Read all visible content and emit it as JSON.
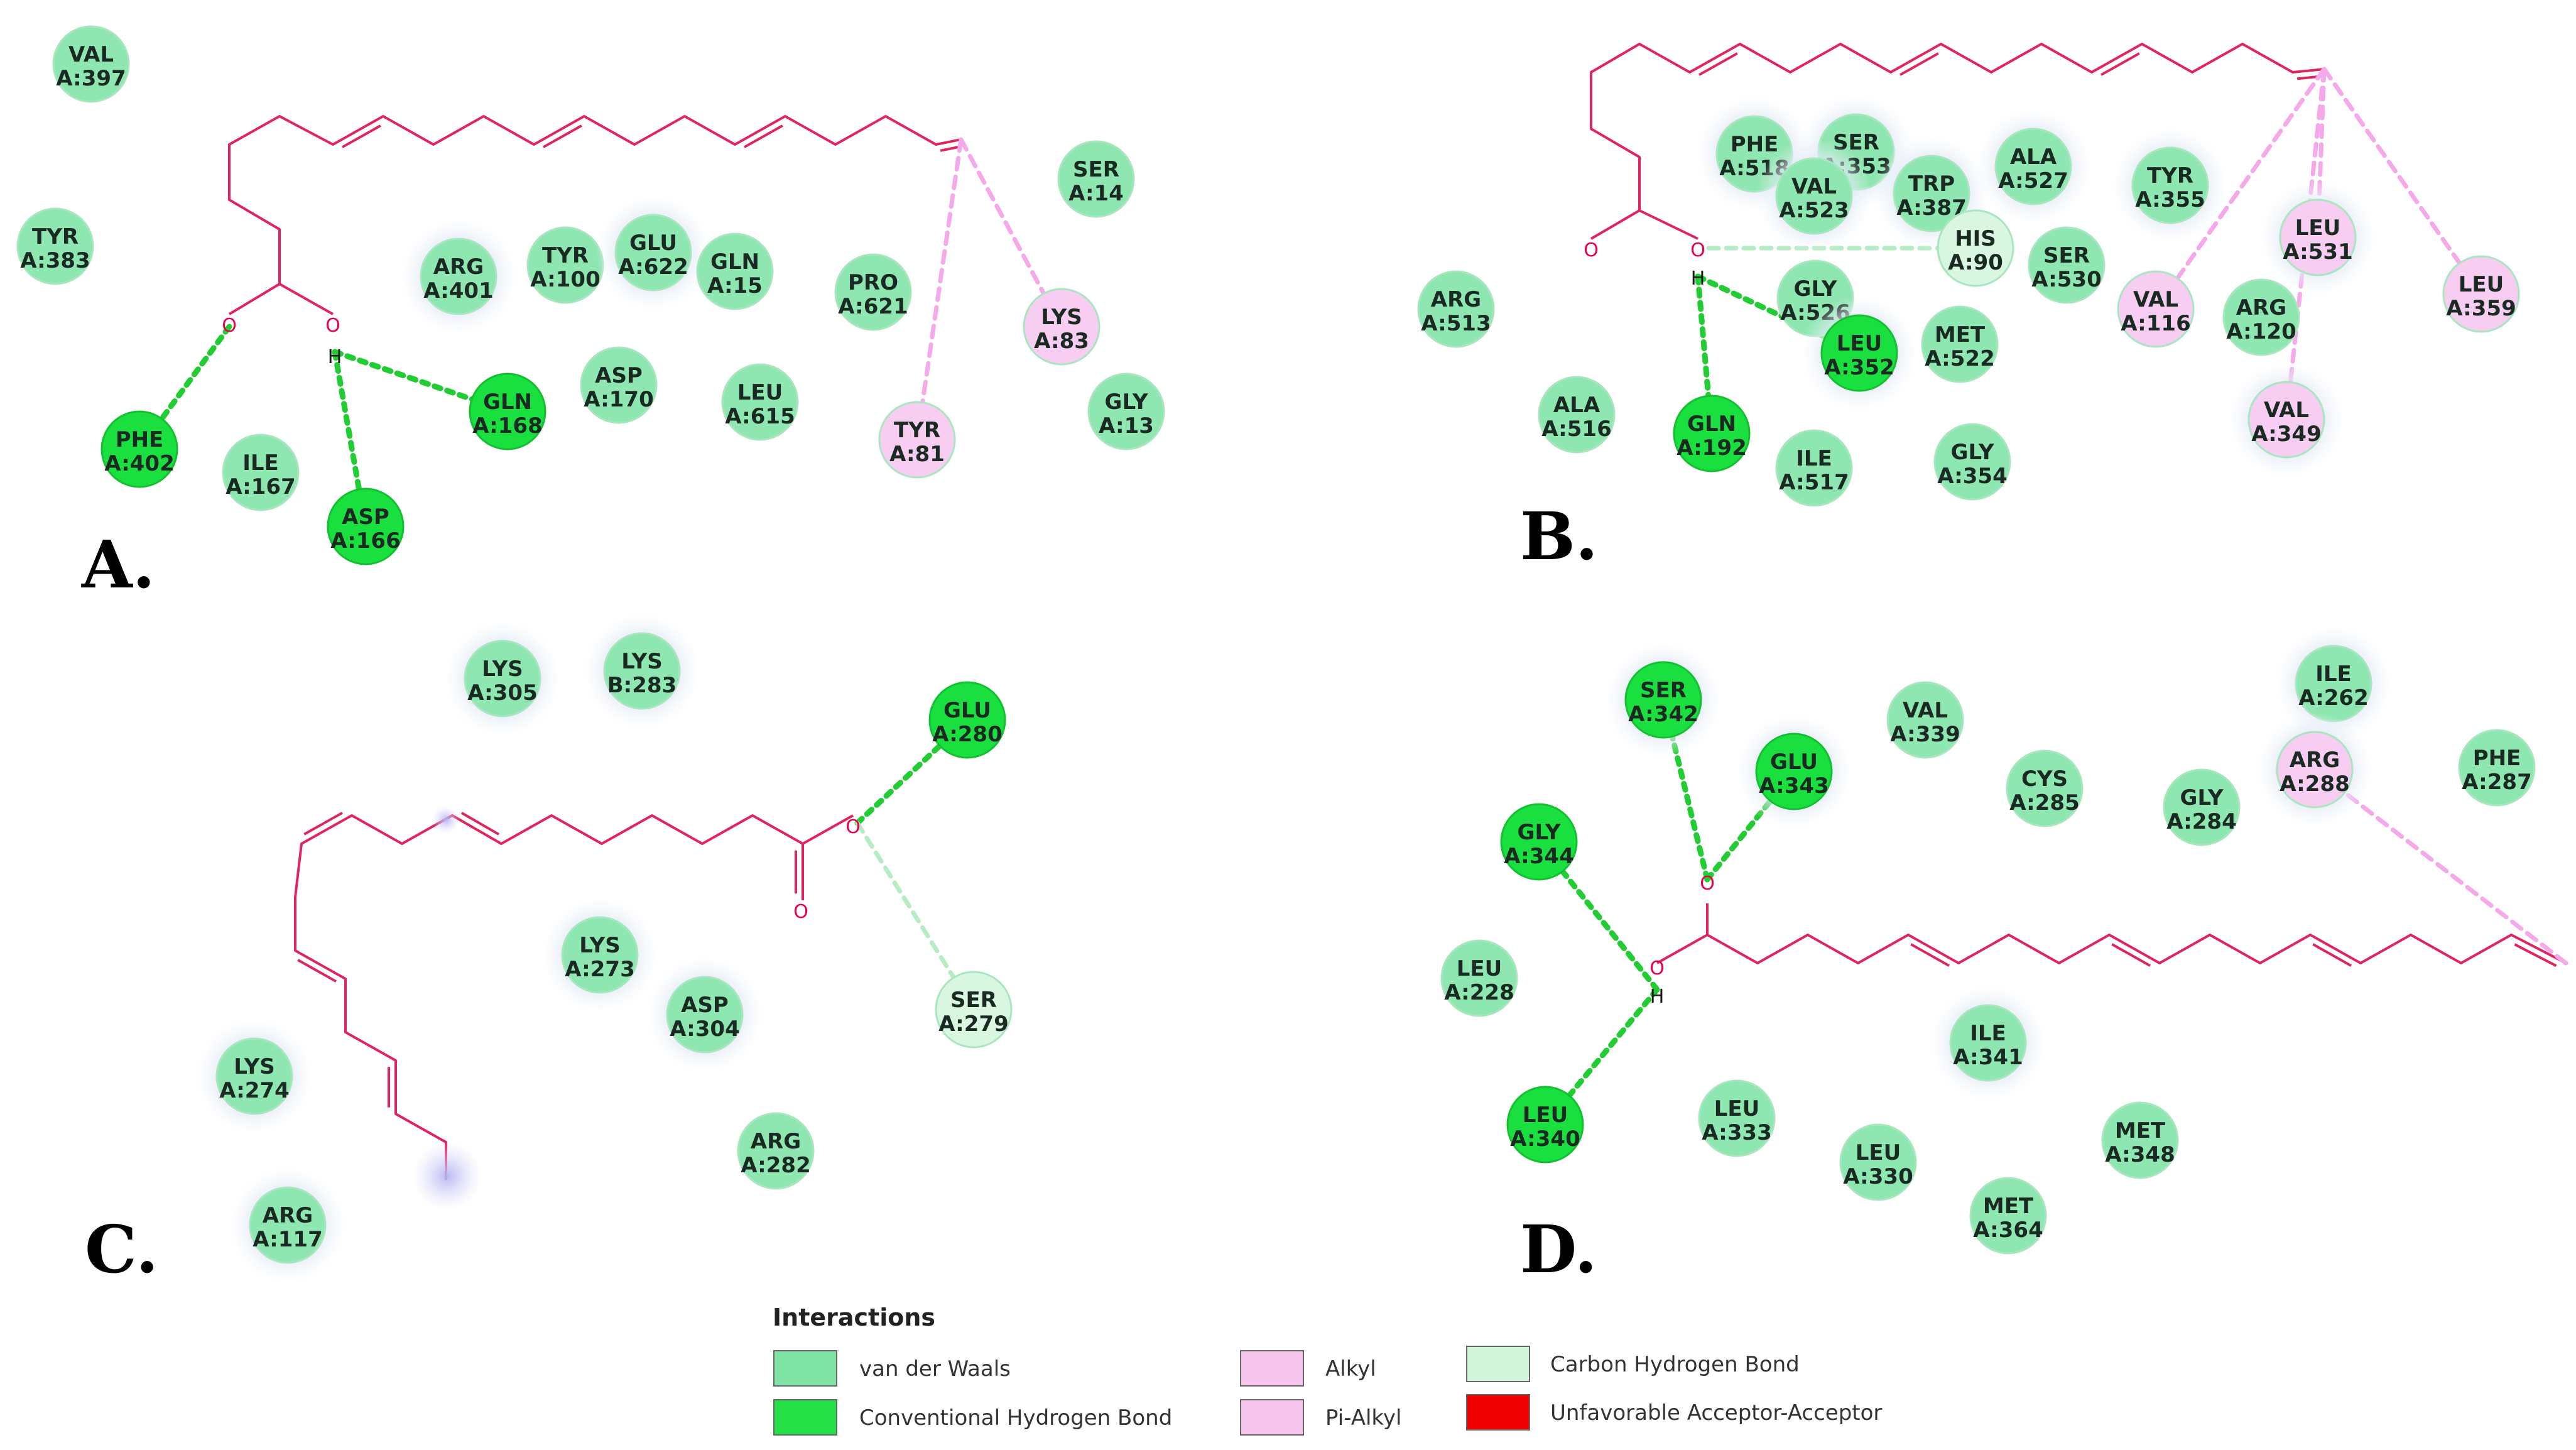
{
  "figure": {
    "panels": [
      {
        "label": "A.",
        "residues": [
          {
            "name": "VAL",
            "id": "A:397",
            "type": "vdw"
          },
          {
            "name": "TYR",
            "id": "A:383",
            "type": "vdw"
          },
          {
            "name": "ARG",
            "id": "A:401",
            "type": "vdw"
          },
          {
            "name": "TYR",
            "id": "A:100",
            "type": "vdw"
          },
          {
            "name": "GLU",
            "id": "A:622",
            "type": "vdw"
          },
          {
            "name": "GLN",
            "id": "A:15",
            "type": "vdw"
          },
          {
            "name": "PRO",
            "id": "A:621",
            "type": "vdw"
          },
          {
            "name": "SER",
            "id": "A:14",
            "type": "vdw"
          },
          {
            "name": "LYS",
            "id": "A:83",
            "type": "alkyl"
          },
          {
            "name": "GLY",
            "id": "A:13",
            "type": "vdw"
          },
          {
            "name": "TYR",
            "id": "A:81",
            "type": "alkyl"
          },
          {
            "name": "ASP",
            "id": "A:170",
            "type": "vdw"
          },
          {
            "name": "LEU",
            "id": "A:615",
            "type": "vdw"
          },
          {
            "name": "GLN",
            "id": "A:168",
            "type": "hbond"
          },
          {
            "name": "PHE",
            "id": "A:402",
            "type": "hbond"
          },
          {
            "name": "ILE",
            "id": "A:167",
            "type": "vdw"
          },
          {
            "name": "ASP",
            "id": "A:166",
            "type": "hbond"
          }
        ]
      },
      {
        "label": "B.",
        "residues": [
          {
            "name": "PHE",
            "id": "A:518",
            "type": "vdw"
          },
          {
            "name": "SER",
            "id": "A:353",
            "type": "vdw"
          },
          {
            "name": "VAL",
            "id": "A:523",
            "type": "vdw"
          },
          {
            "name": "TRP",
            "id": "A:387",
            "type": "vdw"
          },
          {
            "name": "ALA",
            "id": "A:527",
            "type": "vdw"
          },
          {
            "name": "TYR",
            "id": "A:355",
            "type": "vdw"
          },
          {
            "name": "HIS",
            "id": "A:90",
            "type": "chbond"
          },
          {
            "name": "SER",
            "id": "A:530",
            "type": "vdw"
          },
          {
            "name": "LEU",
            "id": "A:531",
            "type": "alkyl"
          },
          {
            "name": "ARG",
            "id": "A:513",
            "type": "vdw"
          },
          {
            "name": "GLY",
            "id": "A:526",
            "type": "vdw"
          },
          {
            "name": "MET",
            "id": "A:522",
            "type": "vdw"
          },
          {
            "name": "VAL",
            "id": "A:116",
            "type": "alkyl"
          },
          {
            "name": "ARG",
            "id": "A:120",
            "type": "vdw"
          },
          {
            "name": "LEU",
            "id": "A:359",
            "type": "alkyl"
          },
          {
            "name": "LEU",
            "id": "A:352",
            "type": "hbond"
          },
          {
            "name": "ALA",
            "id": "A:516",
            "type": "vdw"
          },
          {
            "name": "GLN",
            "id": "A:192",
            "type": "hbond"
          },
          {
            "name": "ILE",
            "id": "A:517",
            "type": "vdw"
          },
          {
            "name": "GLY",
            "id": "A:354",
            "type": "vdw"
          },
          {
            "name": "VAL",
            "id": "A:349",
            "type": "alkyl"
          }
        ]
      },
      {
        "label": "C.",
        "residues": [
          {
            "name": "LYS",
            "id": "A:305",
            "type": "vdw"
          },
          {
            "name": "LYS",
            "id": "B:283",
            "type": "vdw"
          },
          {
            "name": "GLU",
            "id": "A:280",
            "type": "hbond"
          },
          {
            "name": "LYS",
            "id": "A:273",
            "type": "vdw"
          },
          {
            "name": "ASP",
            "id": "A:304",
            "type": "vdw"
          },
          {
            "name": "SER",
            "id": "A:279",
            "type": "chbond"
          },
          {
            "name": "LYS",
            "id": "A:274",
            "type": "vdw"
          },
          {
            "name": "ARG",
            "id": "A:282",
            "type": "vdw"
          },
          {
            "name": "ARG",
            "id": "A:117",
            "type": "vdw"
          }
        ]
      },
      {
        "label": "D.",
        "residues": [
          {
            "name": "SER",
            "id": "A:342",
            "type": "hbond"
          },
          {
            "name": "GLU",
            "id": "A:343",
            "type": "hbond"
          },
          {
            "name": "VAL",
            "id": "A:339",
            "type": "vdw"
          },
          {
            "name": "ILE",
            "id": "A:262",
            "type": "vdw"
          },
          {
            "name": "CYS",
            "id": "A:285",
            "type": "vdw"
          },
          {
            "name": "GLY",
            "id": "A:284",
            "type": "vdw"
          },
          {
            "name": "ARG",
            "id": "A:288",
            "type": "alkyl"
          },
          {
            "name": "PHE",
            "id": "A:287",
            "type": "vdw"
          },
          {
            "name": "GLY",
            "id": "A:344",
            "type": "hbond"
          },
          {
            "name": "LEU",
            "id": "A:228",
            "type": "vdw"
          },
          {
            "name": "ILE",
            "id": "A:341",
            "type": "vdw"
          },
          {
            "name": "LEU",
            "id": "A:340",
            "type": "hbond"
          },
          {
            "name": "LEU",
            "id": "A:333",
            "type": "vdw"
          },
          {
            "name": "LEU",
            "id": "A:330",
            "type": "vdw"
          },
          {
            "name": "MET",
            "id": "A:348",
            "type": "vdw"
          },
          {
            "name": "MET",
            "id": "A:364",
            "type": "vdw"
          }
        ]
      }
    ],
    "atom_labels": {
      "oxygen": "O",
      "hydrogen": "H"
    }
  },
  "legend": {
    "title": "Interactions",
    "items": [
      {
        "key": "vdw",
        "label": "van der Waals",
        "color": "#7fe3a6"
      },
      {
        "key": "hbond",
        "label": "Conventional Hydrogen Bond",
        "color": "#22e045"
      },
      {
        "key": "alkyl",
        "label": "Alkyl",
        "color": "#f6c6ef"
      },
      {
        "key": "pialkyl",
        "label": "Pi-Alkyl",
        "color": "#f6c6ef"
      },
      {
        "key": "chbond",
        "label": "Carbon Hydrogen Bond",
        "color": "#d3f5dc"
      },
      {
        "key": "unfav",
        "label": "Unfavorable Acceptor-Acceptor",
        "color": "#f00000"
      }
    ]
  },
  "colors": {
    "vdw": "#8ee6b0",
    "hbond": "#19e03f",
    "alkyl": "#f7cdf2",
    "chbond": "#d8f6e0",
    "bond": "#e0245e",
    "hbond_line": "#22cc33",
    "alkyl_line": "#f5a9ea",
    "chbond_line": "#b6ecc4"
  }
}
